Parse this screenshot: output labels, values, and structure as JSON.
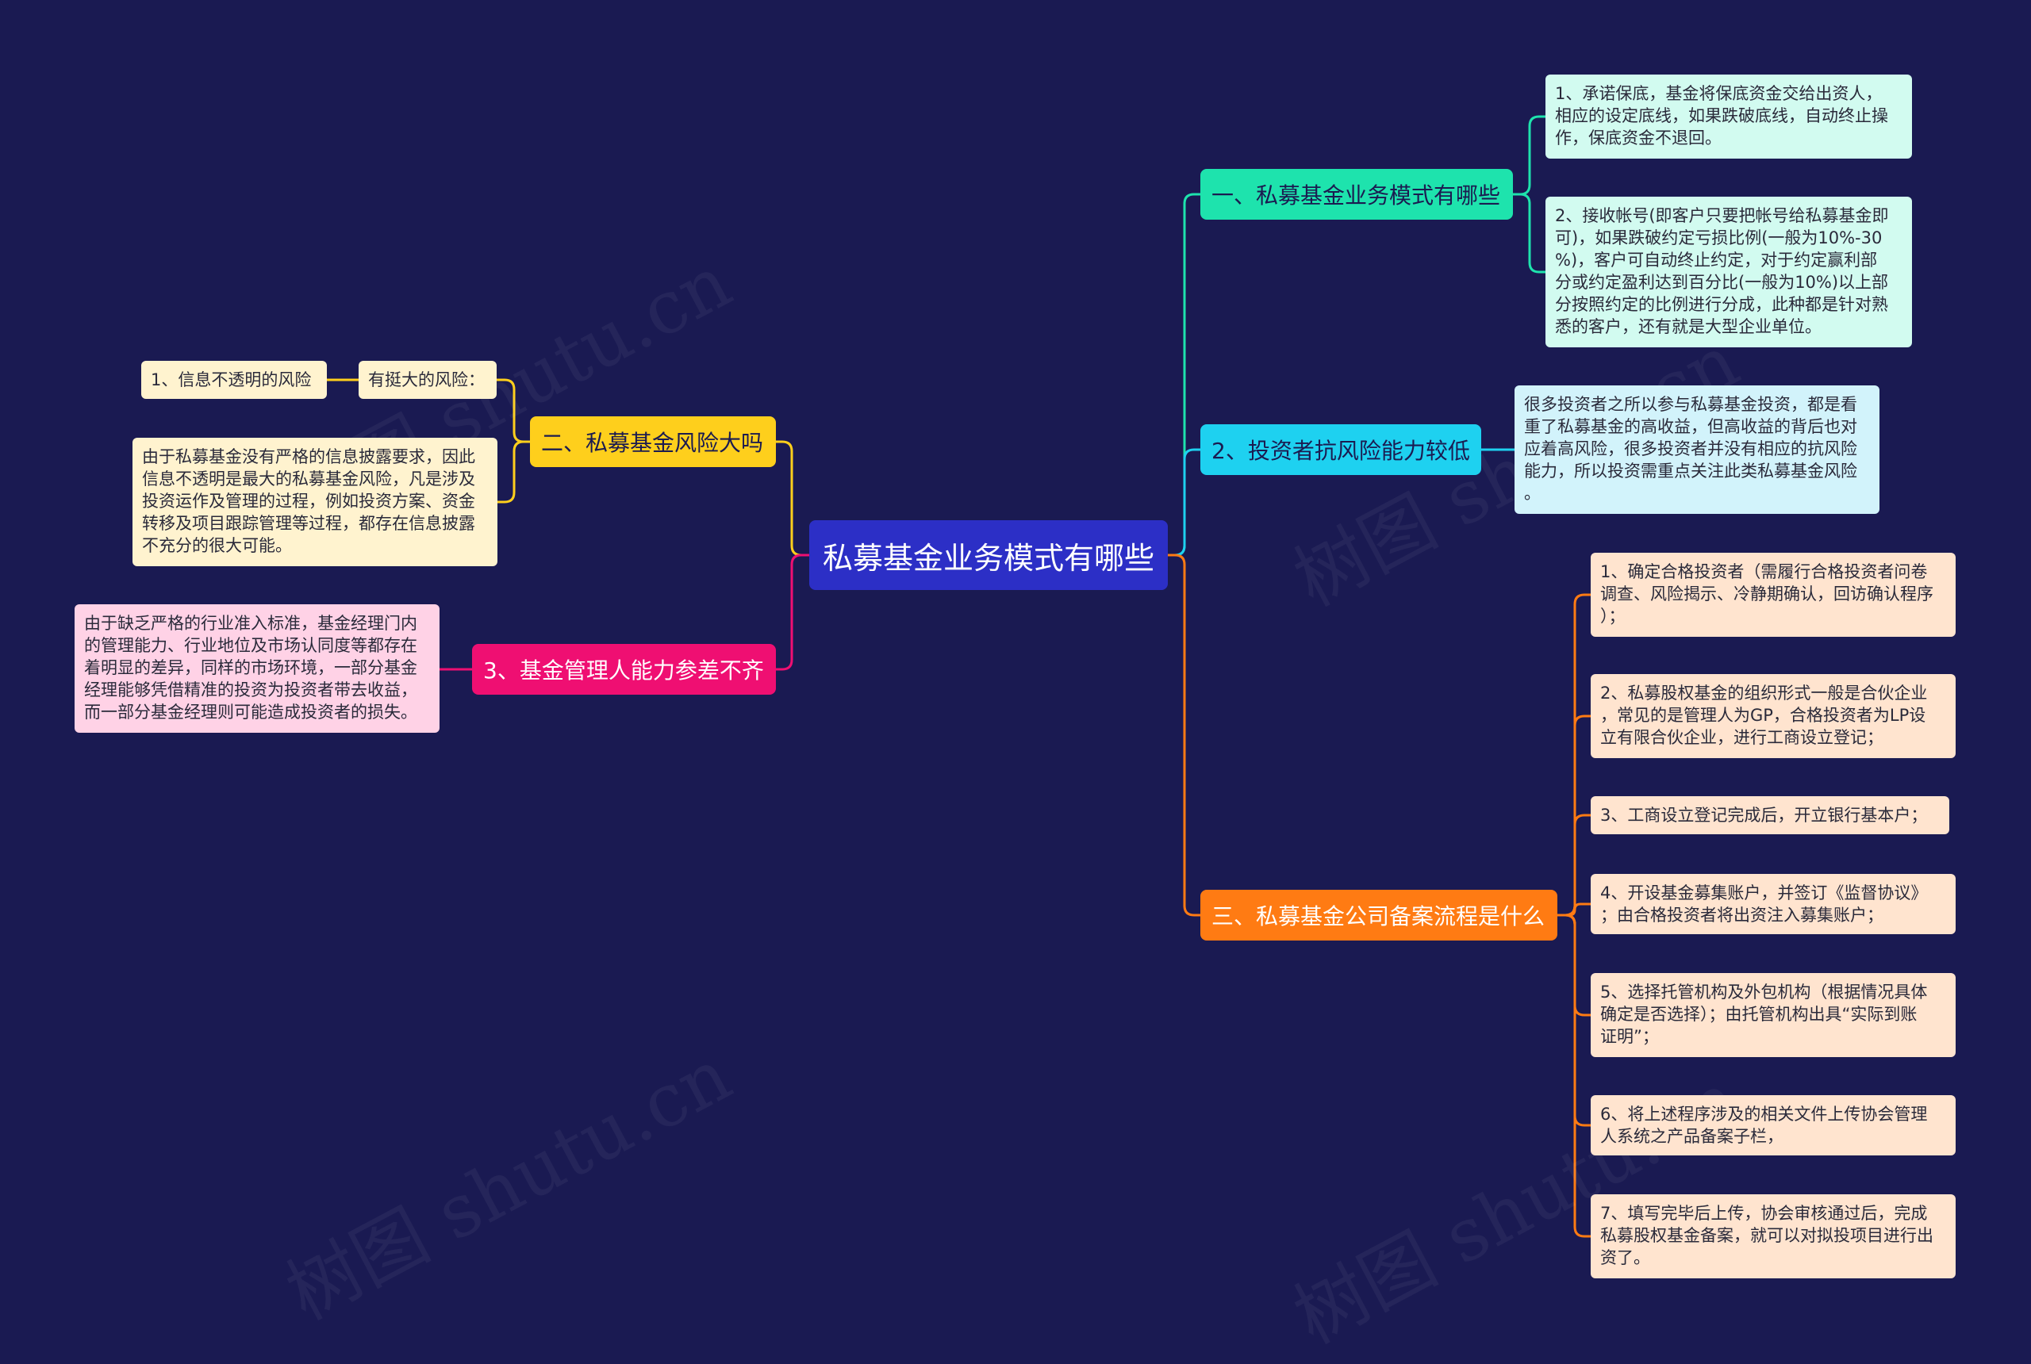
{
  "root": {
    "label": "私募基金业务模式有哪些"
  },
  "branches": {
    "mode": {
      "label": "一、私募基金业务模式有哪些",
      "color": "#1ee3ad",
      "leaves": [
        "1、承诺保底，基金将保底资金交给出资人，\n相应的设定底线，如果跌破底线，自动终止操\n作，保底资金不退回。",
        "2、接收帐号(即客户只要把帐号给私募基金即\n可)，如果跌破约定亏损比例(一般为10%-30\n%)，客户可自动终止约定，对于约定赢利部\n分或约定盈利达到百分比(一般为10%)以上部\n分按照约定的比例进行分成，此种都是针对熟\n悉的客户，还有就是大型企业单位。"
      ]
    },
    "capacity": {
      "label": "2、投资者抗风险能力较低",
      "color": "#1ed1f0",
      "leaves": [
        "很多投资者之所以参与私募基金投资，都是看\n重了私募基金的高收益，但高收益的背后也对\n应着高风险，很多投资者并没有相应的抗风险\n能力，所以投资需重点关注此类私募基金风险\n。"
      ]
    },
    "process": {
      "label": "三、私募基金公司备案流程是什么",
      "color": "#ff7b13",
      "leaves": [
        "1、确定合格投资者（需履行合格投资者问卷\n调查、风险揭示、冷静期确认，回访确认程序\n）；",
        "2、私募股权基金的组织形式一般是合伙企业\n，常见的是管理人为GP，合格投资者为LP设\n立有限合伙企业，进行工商设立登记；",
        "3、工商设立登记完成后，开立银行基本户；",
        "4、开设基金募集账户，并签订《监督协议》\n；由合格投资者将出资注入募集账户；",
        "5、选择托管机构及外包机构（根据情况具体\n确定是否选择）；由托管机构出具“实际到账\n证明”；",
        "6、将上述程序涉及的相关文件上传协会管理\n人系统之产品备案子栏，",
        "7、填写完毕后上传，协会审核通过后，完成\n私募股权基金备案，就可以对拟投项目进行出\n资了。"
      ]
    },
    "risk": {
      "label": "二、私募基金风险大吗",
      "color": "#fecf1c",
      "sub_label": "有挺大的风险：",
      "sub_leaf": "1、信息不透明的风险",
      "leaves": [
        "由于私募基金没有严格的信息披露要求，因此\n信息不透明是最大的私募基金风险，凡是涉及\n投资运作及管理的过程，例如投资方案、资金\n转移及项目跟踪管理等过程，都存在信息披露\n不充分的很大可能。"
      ]
    },
    "manager": {
      "label": "3、基金管理人能力参差不齐",
      "color": "#ef0f72",
      "leaves": [
        "由于缺乏严格的行业准入标准，基金经理门内\n的管理能力、行业地位及市场认同度等都存在\n着明显的差异，同样的市场环境，一部分基金\n经理能够凭借精准的投资为投资者带去收益，\n而一部分基金经理则可能造成投资者的损失。"
      ]
    }
  },
  "watermark": "树图 shutu.cn"
}
